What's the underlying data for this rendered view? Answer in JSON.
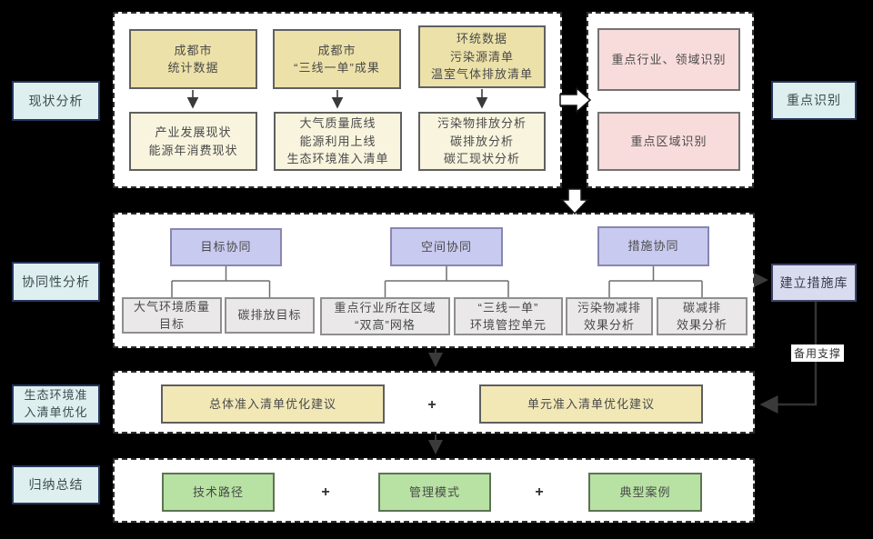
{
  "colors": {
    "source_box": "#ECE1A8",
    "analysis_box": "#F8F4DE",
    "identify_box": "#F8DCDB",
    "synergy_header": "#C9CAF0",
    "synergy_child": "#EAE8E8",
    "optimize_box": "#F2E8B6",
    "summary_box": "#B7E2A3",
    "side_label": "#DDEFEE",
    "measure_library_box": "#D9DBEF"
  },
  "left_labels": {
    "status": "现状分析",
    "synergy": "协同性分析",
    "access_list": "生态环境准\n入清单优化",
    "summary": "归纳总结"
  },
  "right_labels": {
    "key_identify": "重点识别",
    "measure_library": "建立措施库",
    "backup_support": "备用支撑"
  },
  "status_analysis": {
    "sources": [
      "成都市\n统计数据",
      "成都市\n“三线一单”成果",
      "环统数据\n污染源清单\n温室气体排放清单"
    ],
    "analyses": [
      "产业发展现状\n能源年消费现状",
      "大气质量底线\n能源利用上线\n生态环境准入清单",
      "污染物排放分析\n碳排放分析\n碳汇现状分析"
    ]
  },
  "key_identification": {
    "items": [
      "重点行业、领域识别",
      "重点区域识别"
    ]
  },
  "synergy_analysis": {
    "groups": [
      {
        "header": "目标协同",
        "children": [
          "大气环境质量\n目标",
          "碳排放目标"
        ]
      },
      {
        "header": "空间协同",
        "children": [
          "重点行业所在区域\n“双高”网格",
          "“三线一单”\n环境管控单元"
        ]
      },
      {
        "header": "措施协同",
        "children": [
          "污染物减排\n效果分析",
          "碳减排\n效果分析"
        ]
      }
    ]
  },
  "access_optimization": {
    "items": [
      "总体准入清单优化建议",
      "单元准入清单优化建议"
    ],
    "plus": "+"
  },
  "summary_section": {
    "items": [
      "技术路径",
      "管理模式",
      "典型案例"
    ],
    "plus": "+"
  }
}
